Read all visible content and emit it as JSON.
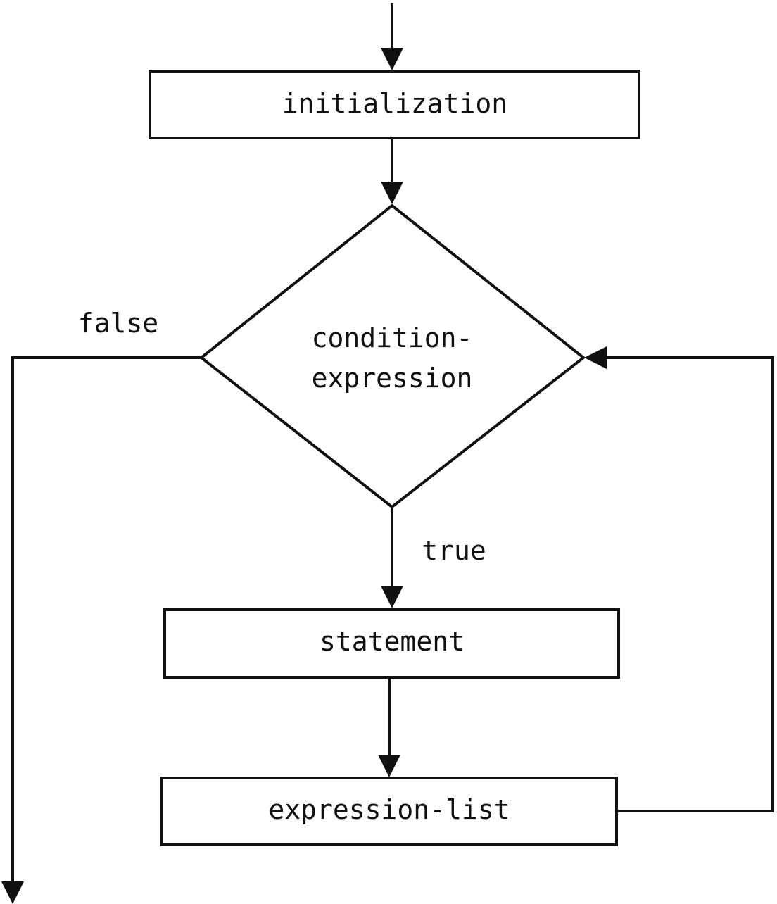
{
  "diagram": {
    "nodes": {
      "initialization": "initialization",
      "condition_line1": "condition-",
      "condition_line2": "expression",
      "statement": "statement",
      "expression_list": "expression-list"
    },
    "edges": {
      "false_label": "false",
      "true_label": "true"
    }
  },
  "colors": {
    "stroke": "#111111",
    "background": "#ffffff"
  }
}
